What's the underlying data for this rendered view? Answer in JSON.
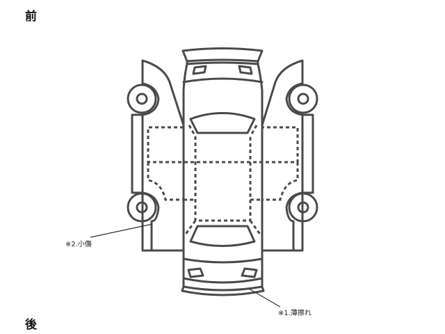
{
  "labels": {
    "front": "前",
    "rear": "後"
  },
  "annotations": [
    {
      "id": "note-2",
      "text": "※2.小傷"
    },
    {
      "id": "note-1",
      "text": "※1.薄擦れ"
    }
  ],
  "diagram": {
    "type": "vehicle-condition-map",
    "stroke_color": "#4a4a4a",
    "background": "#ffffff"
  }
}
